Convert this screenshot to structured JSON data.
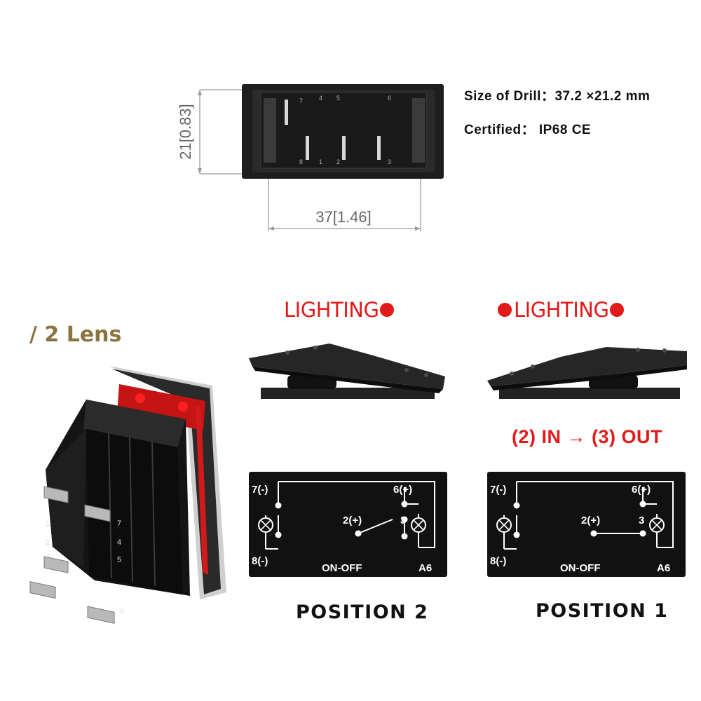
{
  "specs": {
    "drill": "Size of Drill：37.2 ×21.2 mm",
    "certified": "Certified： IP68   CE"
  },
  "dimensions": {
    "height": "21",
    "height_inch": "0.83",
    "width": "37",
    "width_inch": "1.46"
  },
  "terminals_top": [
    "7",
    "4",
    "5",
    "6",
    "8",
    "1",
    "2",
    "3"
  ],
  "lens_label": "/ 2 Lens",
  "switch_pins": [
    "1",
    "2",
    "7",
    "4",
    "5",
    "6"
  ],
  "lighting": {
    "left": "LIGHTING",
    "right": "LIGHTING"
  },
  "flow_label": "(2) IN → (3) OUT",
  "diagrams": [
    {
      "t7": "7(-)",
      "t6": "6(+)",
      "t2": "2(+)",
      "t3": "3",
      "t8": "8(-)",
      "mode": "ON-OFF",
      "model": "A6",
      "position": "POSITION  2"
    },
    {
      "t7": "7(-)",
      "t6": "6(+)",
      "t2": "2(+)",
      "t3": "3",
      "t8": "8(-)",
      "mode": "ON-OFF",
      "model": "A6",
      "position": "POSITION  1"
    }
  ],
  "colors": {
    "accent": "#e21a1a",
    "lens_text": "#8a7440",
    "panel": "#111111"
  }
}
